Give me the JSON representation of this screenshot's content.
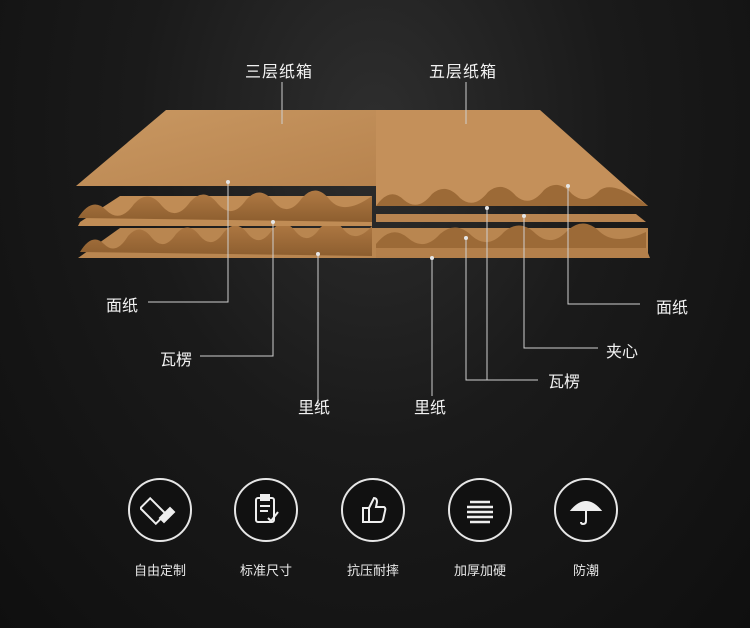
{
  "titles": {
    "three_layer": "三层纸箱",
    "five_layer": "五层纸箱"
  },
  "left_labels": {
    "face": "面纸",
    "flute": "瓦楞",
    "liner": "里纸"
  },
  "right_labels": {
    "face": "面纸",
    "middle": "夹心",
    "flute": "瓦楞",
    "liner": "里纸"
  },
  "colors": {
    "board_light": "#c8955e",
    "board_dark": "#9c6a37",
    "line": "#cfcfcf"
  },
  "features": [
    {
      "icon": "pencil-ruler-icon",
      "label": "自由定制"
    },
    {
      "icon": "clipboard-check-icon",
      "label": "标准尺寸"
    },
    {
      "icon": "thumbs-up-icon",
      "label": "抗压耐摔"
    },
    {
      "icon": "layers-icon",
      "label": "加厚加硬"
    },
    {
      "icon": "umbrella-icon",
      "label": "防潮"
    }
  ]
}
